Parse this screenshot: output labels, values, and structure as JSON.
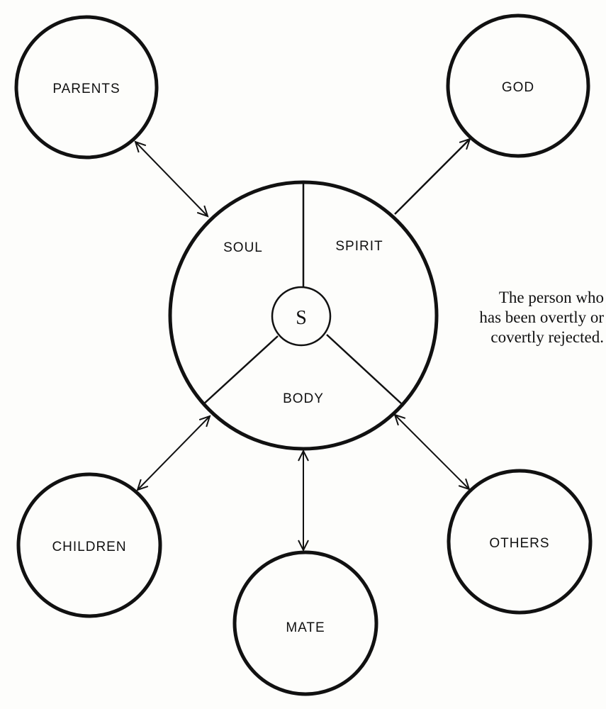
{
  "diagram": {
    "center": {
      "label": "S",
      "segments": [
        "SOUL",
        "SPIRIT",
        "BODY"
      ]
    },
    "nodes": [
      {
        "id": "parents",
        "label": "PARENTS"
      },
      {
        "id": "god",
        "label": "GOD"
      },
      {
        "id": "children",
        "label": "CHILDREN"
      },
      {
        "id": "mate",
        "label": "MATE"
      },
      {
        "id": "others",
        "label": "OTHERS"
      }
    ],
    "relations": [
      {
        "from": "self",
        "to": "parents",
        "direction": "both"
      },
      {
        "from": "self",
        "to": "god",
        "direction": "to"
      },
      {
        "from": "self",
        "to": "children",
        "direction": "both"
      },
      {
        "from": "self",
        "to": "mate",
        "direction": "both"
      },
      {
        "from": "self",
        "to": "others",
        "direction": "both"
      }
    ],
    "caption": [
      "The person who",
      "has been overtly or",
      "covertly rejected."
    ],
    "colors": {
      "ink": "#111111",
      "paper": "#fdfdfb"
    }
  }
}
